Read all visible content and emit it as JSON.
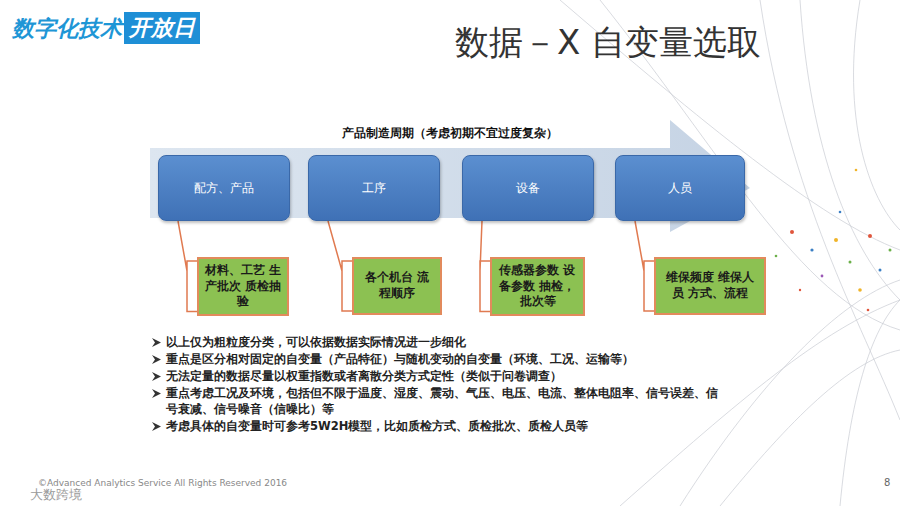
{
  "diagram": {
    "title": "数据－X 自变量选取",
    "nodes": [
      {
        "text": [
          "产品制造周期（考虑初期不宜过度复杂）"
        ]
      },
      {
        "text": [
          "配方、产品"
        ],
        "in": 0
      },
      {
        "text": [
          "工序"
        ],
        "in": 0
      },
      {
        "text": [
          "设备"
        ],
        "in": 0
      },
      {
        "text": [
          "人员"
        ],
        "in": 0
      },
      {
        "text": [
          "材料、工艺 生产批次 质检抽验"
        ]
      },
      {
        "text": [
          "各个机台 流程顺序"
        ]
      },
      {
        "text": [
          "传感器参数 设备参数 抽检，批次等"
        ]
      },
      {
        "text": [
          "维保频度 维保人员 方式、流程"
        ]
      }
    ],
    "edges": [
      {
        "from": 1,
        "to": 5,
        "arrow": "none"
      },
      {
        "from": 2,
        "to": 6,
        "arrow": "none"
      },
      {
        "from": 3,
        "to": 7,
        "arrow": "none"
      },
      {
        "from": 4,
        "to": 8,
        "arrow": "none"
      }
    ],
    "labels": [
      "数字化技术",
      "开放日",
      "以上仅为粗粒度分类，可以依据数据实际情况进一步细化",
      "重点是区分相对固定的自变量（产品特征）与随机变动的自变量（环境、工况、运输等）",
      "无法定量的数据尽量以权重指数或者离散分类方式定性（类似于问卷调查）",
      "重点考虑工况及环境，包括但不限于温度、湿度、震动、气压、电压、电流、整体电阻率、信号误差、信号衰减、信号噪音（信噪比）等",
      "考虑具体的自变量时可参考5W2H模型，比如质检方式、质检批次、质检人员等",
      "©Advanced Analytics Service All Rights Reserved 2016",
      "8",
      "大数跨境"
    ]
  }
}
